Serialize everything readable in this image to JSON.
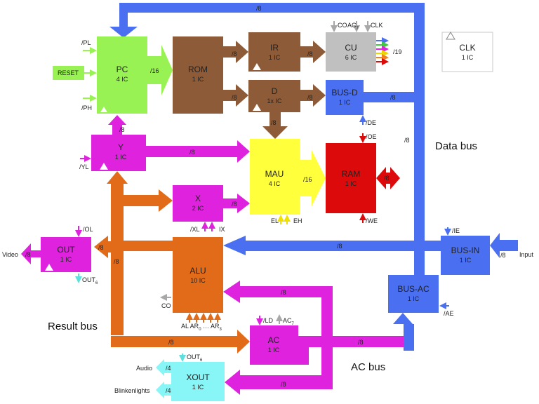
{
  "colors": {
    "data_bus": "#4a6ff0",
    "result_bus": "#e26b1a",
    "ac_bus": "#de22de",
    "pc": "#99f253",
    "rom": "#8d5b38",
    "cu": "#c0c0c0",
    "ram": "#dc0a0a",
    "mau": "#ffff3c",
    "xout": "#88f6f6"
  },
  "bus_labels": {
    "data": "Data bus",
    "result": "Result bus",
    "ac": "AC bus"
  },
  "blocks": {
    "pc": {
      "name": "PC",
      "ics": "4 IC"
    },
    "rom": {
      "name": "ROM",
      "ics": "1 IC"
    },
    "ir": {
      "name": "IR",
      "ics": "1 IC"
    },
    "d": {
      "name": "D",
      "ics": "1x IC"
    },
    "cu": {
      "name": "CU",
      "ics": "6 IC"
    },
    "bus_d": {
      "name": "BUS-D",
      "ics": "1 IC"
    },
    "clk": {
      "name": "CLK",
      "ics": "1 IC"
    },
    "y": {
      "name": "Y",
      "ics": "1 IC"
    },
    "mau": {
      "name": "MAU",
      "ics": "4 IC"
    },
    "ram": {
      "name": "RAM",
      "ics": "1 IC"
    },
    "x": {
      "name": "X",
      "ics": "2 IC"
    },
    "out": {
      "name": "OUT",
      "ics": "1 IC"
    },
    "alu": {
      "name": "ALU",
      "ics": "10  IC"
    },
    "bus_in": {
      "name": "BUS-IN",
      "ics": "1 IC"
    },
    "bus_ac": {
      "name": "BUS-AC",
      "ics": "1 IC"
    },
    "ac": {
      "name": "AC",
      "ics": "1 IC"
    },
    "xout": {
      "name": "XOUT",
      "ics": "1 IC"
    }
  },
  "signals": {
    "pl": "/PL",
    "ph": "/PH",
    "reset": "RESET",
    "co_top": "CO",
    "ac7": "AC",
    "ac7_sub": "7",
    "clk_in": "CLK",
    "de": "/DE",
    "oe": "/OE",
    "we": "/WE",
    "yl": "/YL",
    "el": "EL",
    "eh": "EH",
    "xl": "/XL",
    "ix": "IX",
    "ol": "/OL",
    "out6": "OUT",
    "out6_sub": "6",
    "ie": "/IE",
    "ae": "/AE",
    "co_alu": "CO",
    "alu_ctrl_a": "AL AR",
    "alu_ctrl_sub0": "0",
    "alu_ctrl_mid": " … AR",
    "alu_ctrl_sub3": "3",
    "ld": "/LD",
    "ac7_ac": "AC",
    "ac7_ac_sub": "7",
    "out6_x": "OUT",
    "out6_x_sub": "6"
  },
  "widths": {
    "w8": "/8",
    "w16": "/16",
    "w19": "/19",
    "w4": "/4"
  },
  "io": {
    "video": "Video",
    "input": "Input",
    "audio": "Audio",
    "blinkenlights": "Blinkenlights"
  }
}
